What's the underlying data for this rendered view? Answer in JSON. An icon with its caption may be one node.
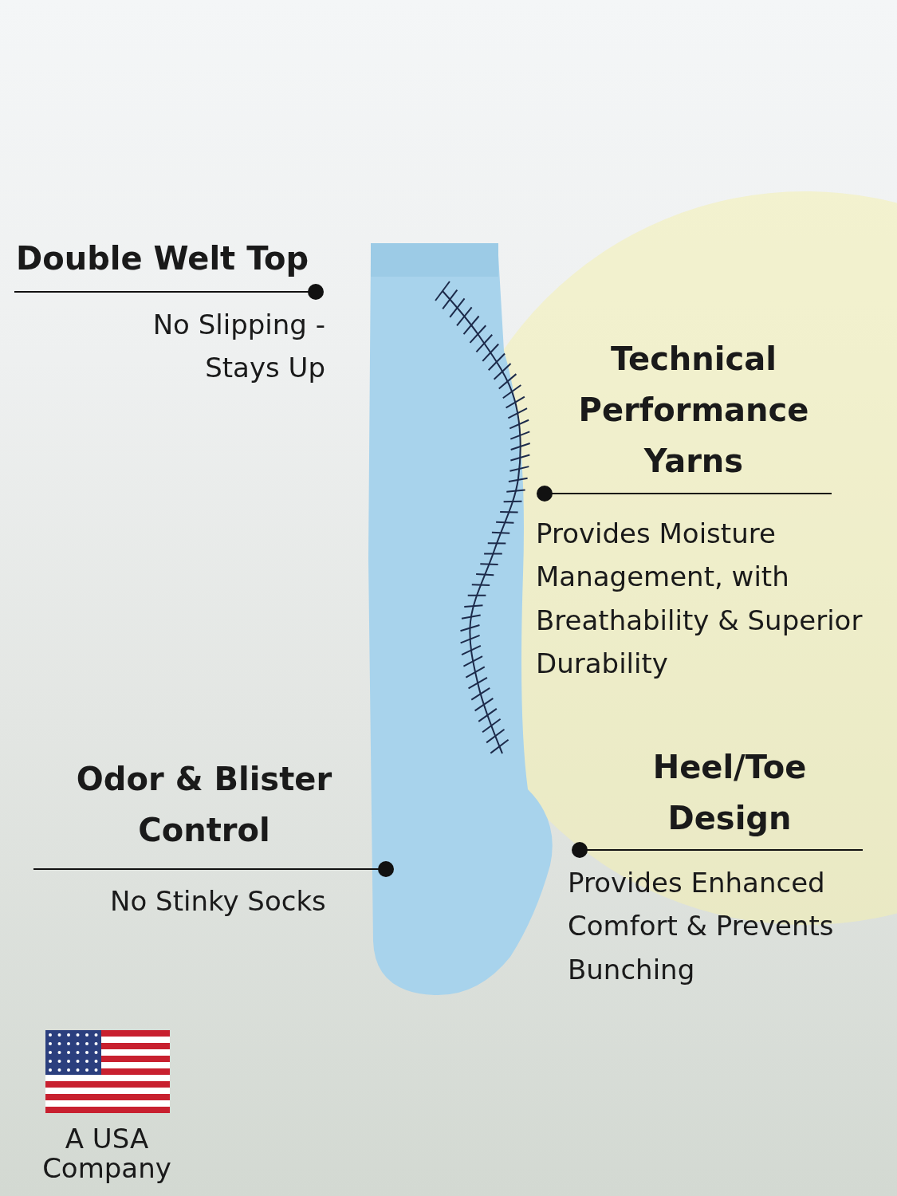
{
  "diagram": {
    "labels": [
      "Double Welt Top",
      "No Slipping - Stays Up",
      "Technical Performance Yarns",
      "Provides Moisture Management, with Breathability & Superior Durability",
      "Odor & Blister Control",
      "No Stinky Socks",
      "Heel/Toe Design",
      "Provides Enhanced Comfort & Prevents Bunching",
      "A USA Company"
    ]
  }
}
